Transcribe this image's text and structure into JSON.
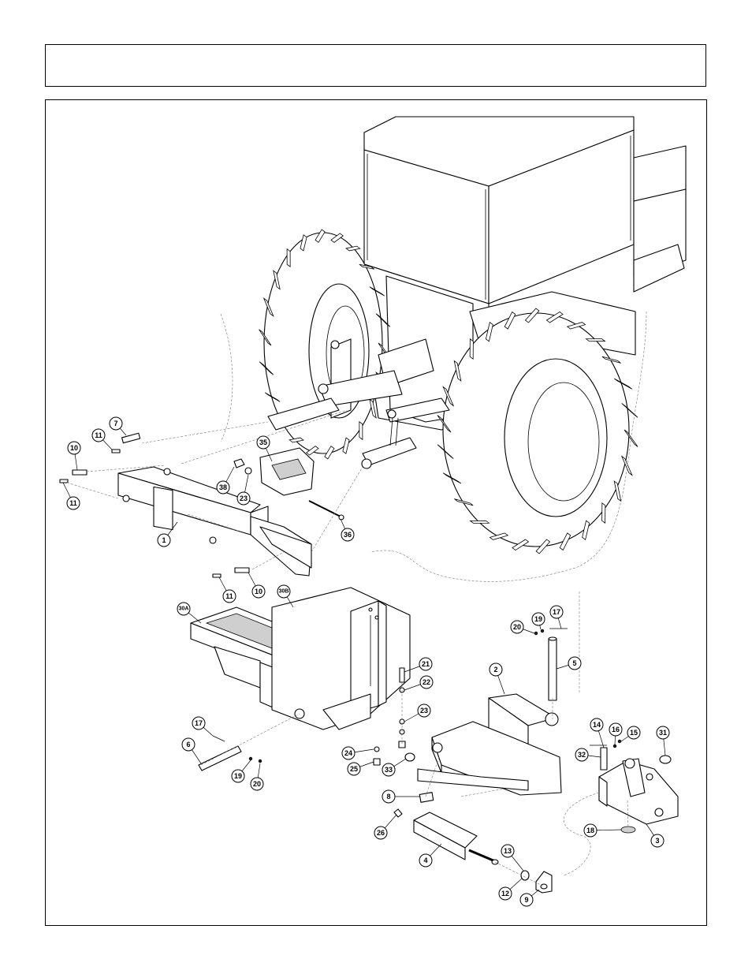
{
  "header": {
    "title": ""
  },
  "callouts": [
    {
      "id": "c7",
      "label": "7"
    },
    {
      "id": "c11a",
      "label": "11"
    },
    {
      "id": "c10a",
      "label": "10"
    },
    {
      "id": "c11b",
      "label": "11"
    },
    {
      "id": "c35",
      "label": "35"
    },
    {
      "id": "c38",
      "label": "38"
    },
    {
      "id": "c23a",
      "label": "23"
    },
    {
      "id": "c36",
      "label": "36"
    },
    {
      "id": "c1",
      "label": "1"
    },
    {
      "id": "c11c",
      "label": "11"
    },
    {
      "id": "c10b",
      "label": "10"
    },
    {
      "id": "c30a",
      "label": "30A"
    },
    {
      "id": "c30b",
      "label": "30B"
    },
    {
      "id": "c20a",
      "label": "20"
    },
    {
      "id": "c19a",
      "label": "19"
    },
    {
      "id": "c17a",
      "label": "17"
    },
    {
      "id": "c5",
      "label": "5"
    },
    {
      "id": "c2",
      "label": "2"
    },
    {
      "id": "c21",
      "label": "21"
    },
    {
      "id": "c22",
      "label": "22"
    },
    {
      "id": "c23b",
      "label": "23"
    },
    {
      "id": "c17b",
      "label": "17"
    },
    {
      "id": "c6",
      "label": "6"
    },
    {
      "id": "c19b",
      "label": "19"
    },
    {
      "id": "c20b",
      "label": "20"
    },
    {
      "id": "c24",
      "label": "24"
    },
    {
      "id": "c25",
      "label": "25"
    },
    {
      "id": "c33",
      "label": "33"
    },
    {
      "id": "c14",
      "label": "14"
    },
    {
      "id": "c16",
      "label": "16"
    },
    {
      "id": "c15",
      "label": "15"
    },
    {
      "id": "c31",
      "label": "31"
    },
    {
      "id": "c32",
      "label": "32"
    },
    {
      "id": "c8",
      "label": "8"
    },
    {
      "id": "c26",
      "label": "26"
    },
    {
      "id": "c18",
      "label": "18"
    },
    {
      "id": "c3",
      "label": "3"
    },
    {
      "id": "c13",
      "label": "13"
    },
    {
      "id": "c4",
      "label": "4"
    },
    {
      "id": "c12",
      "label": "12"
    },
    {
      "id": "c9",
      "label": "9"
    }
  ]
}
